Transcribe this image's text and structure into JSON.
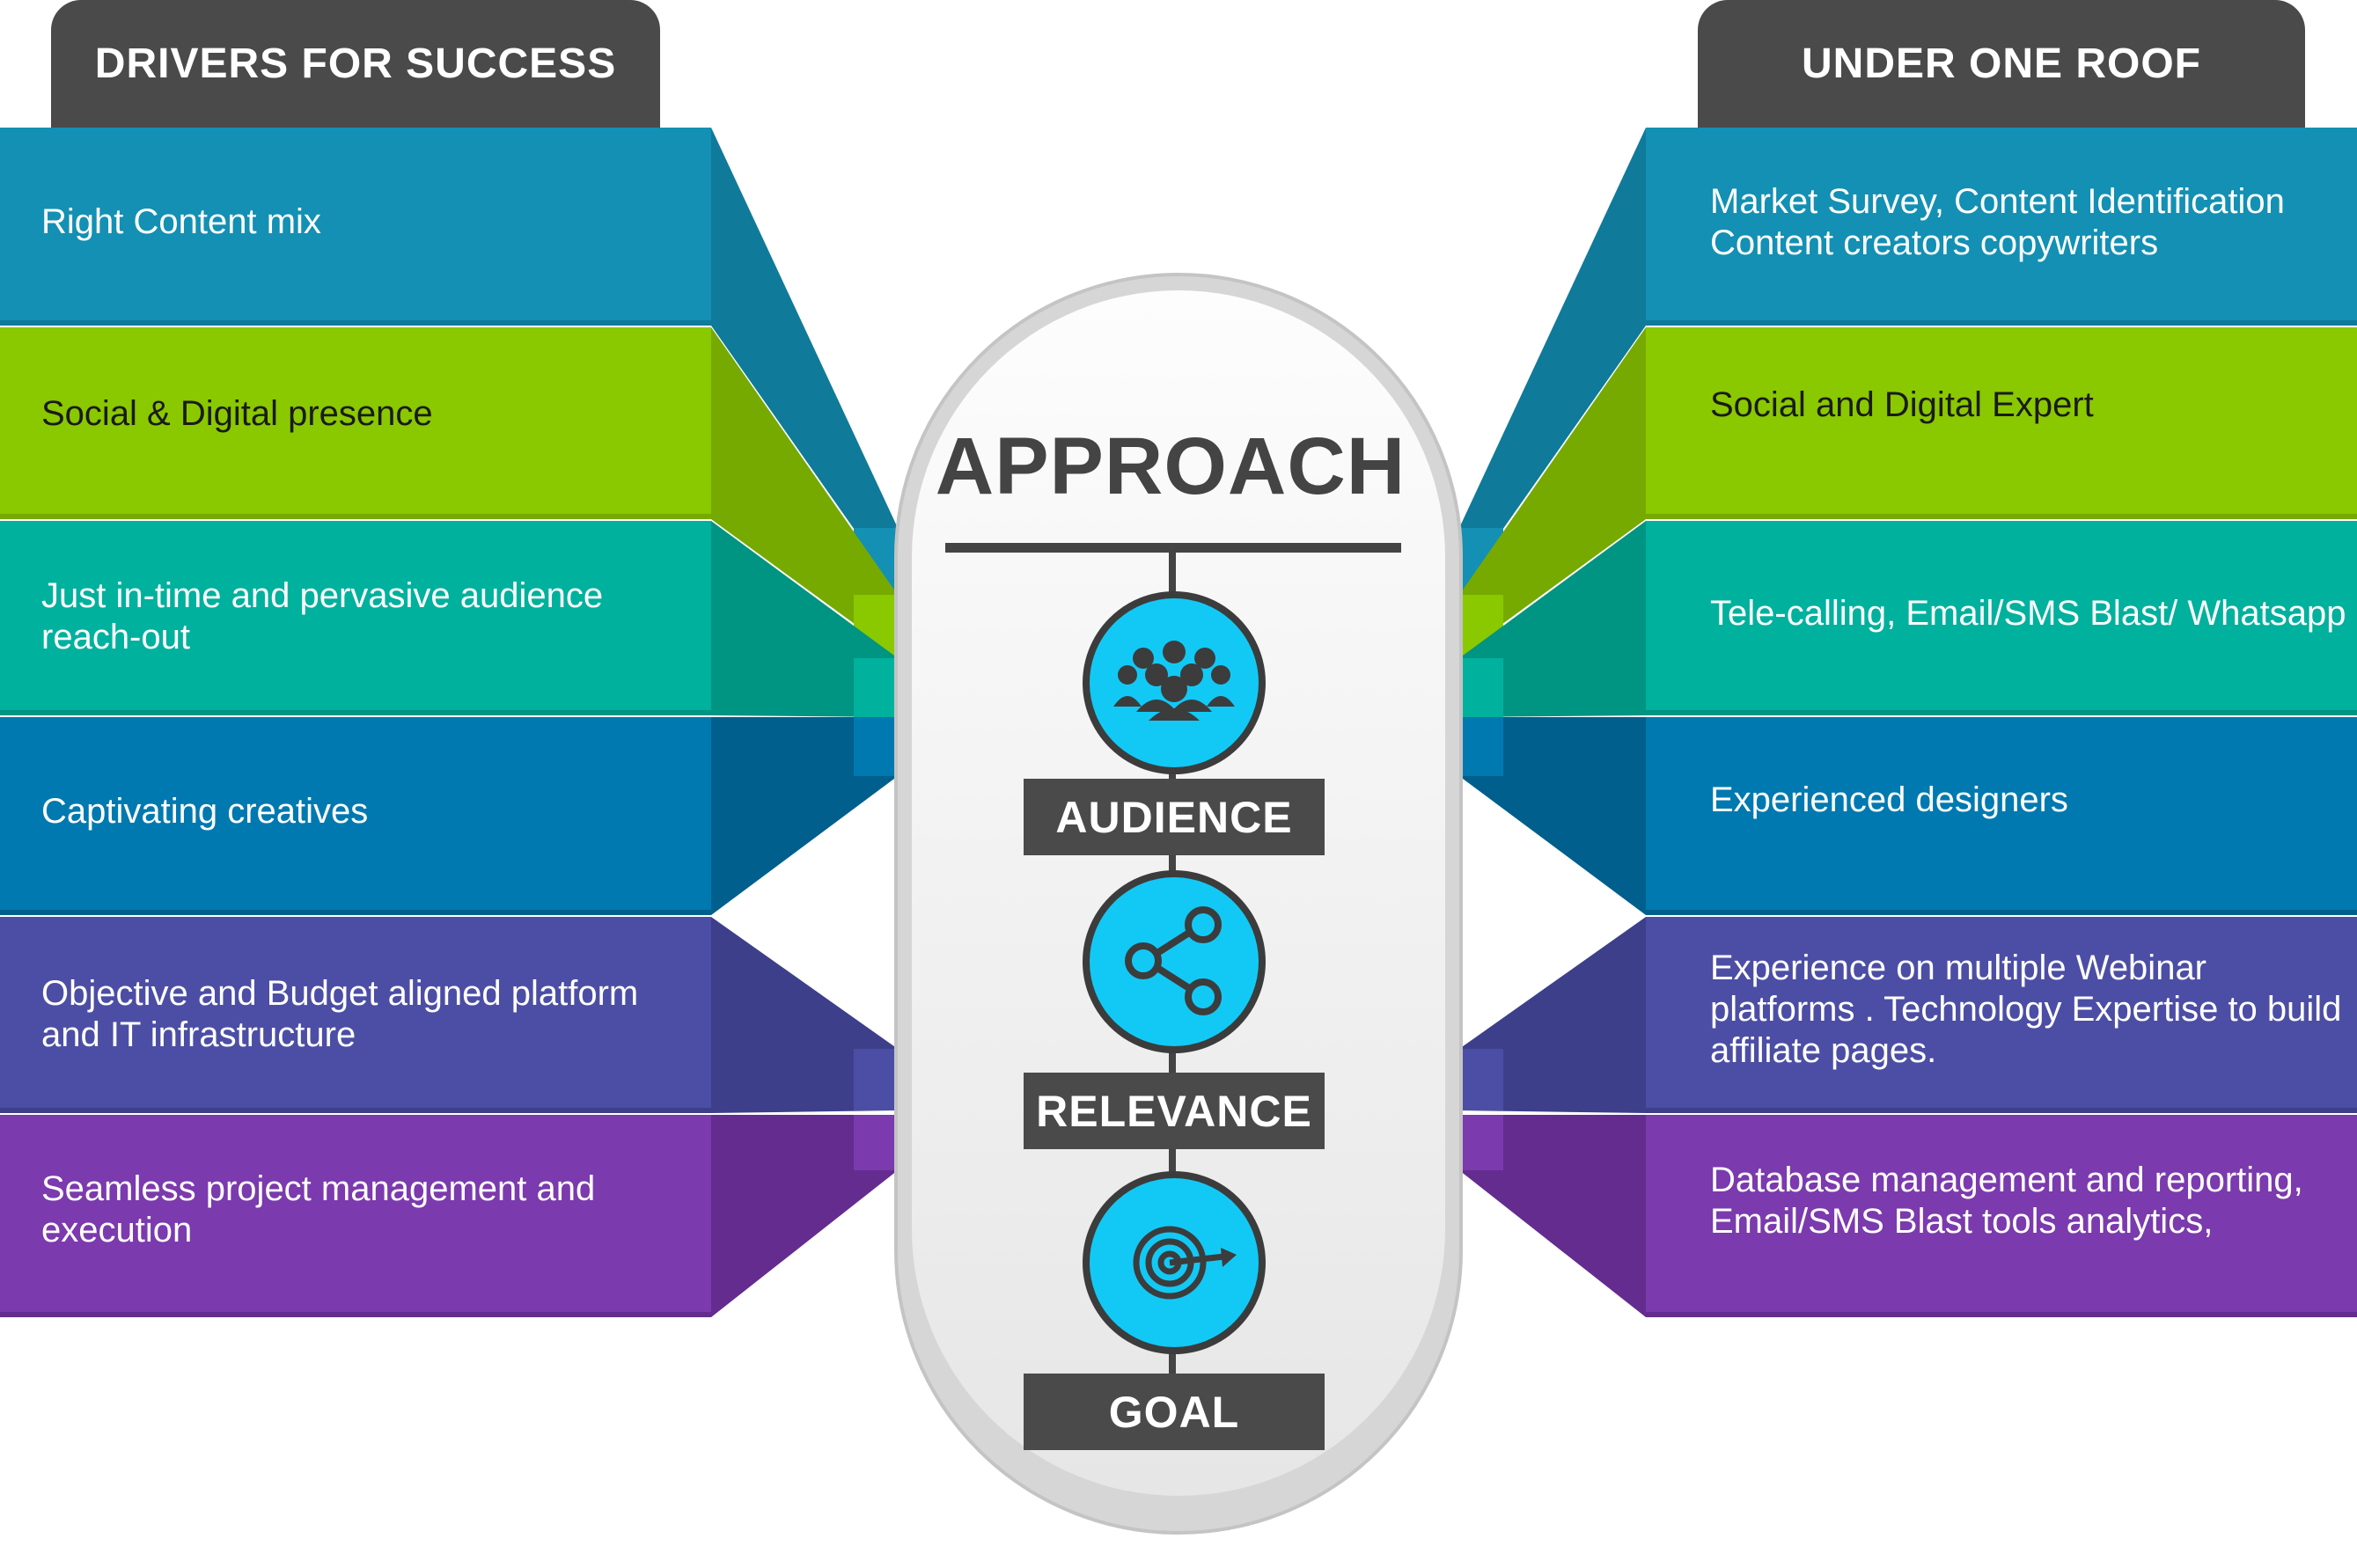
{
  "headers": {
    "left": "DRIVERS FOR SUCCESS",
    "right": "UNDER ONE ROOF"
  },
  "center": {
    "title": "APPROACH",
    "steps": [
      {
        "label": "AUDIENCE",
        "icon": "people-group-icon"
      },
      {
        "label": "RELEVANCE",
        "icon": "share-nodes-icon"
      },
      {
        "label": "GOAL",
        "icon": "target-icon"
      }
    ]
  },
  "rows": [
    {
      "left": "Right Content mix",
      "right": "Market Survey, Content Identification Content creators copywriters",
      "color": "#1390b4",
      "shade": "#0f7a99"
    },
    {
      "left": "Social & Digital presence",
      "right": "Social and Digital Expert",
      "color": "#8ac800",
      "shade": "#76aa00"
    },
    {
      "left": "Just in-time and pervasive audience reach-out",
      "right": "Tele-calling, Email/SMS Blast/ Whatsapp",
      "color": "#00b19d",
      "shade": "#009482"
    },
    {
      "left": "Captivating creatives",
      "right": "Experienced designers",
      "color": "#0079b0",
      "shade": "#005f8c"
    },
    {
      "left": "Objective and Budget aligned platform and IT infrastructure",
      "right": "Experience on multiple Webinar platforms . Technology Expertise to build affiliate pages.",
      "color": "#4c4ea5",
      "shade": "#3d3f8a"
    },
    {
      "left": "Seamless project management and execution",
      "right": "Database management and reporting, Email/SMS Blast tools analytics,",
      "color": "#7b3aad",
      "shade": "#642c8e"
    }
  ],
  "colors": {
    "header": "#4a4a4a",
    "icon_fill": "#12c9f5",
    "pill_outer": "#d6d6d6",
    "pill_inner": "#f3f3f3"
  }
}
